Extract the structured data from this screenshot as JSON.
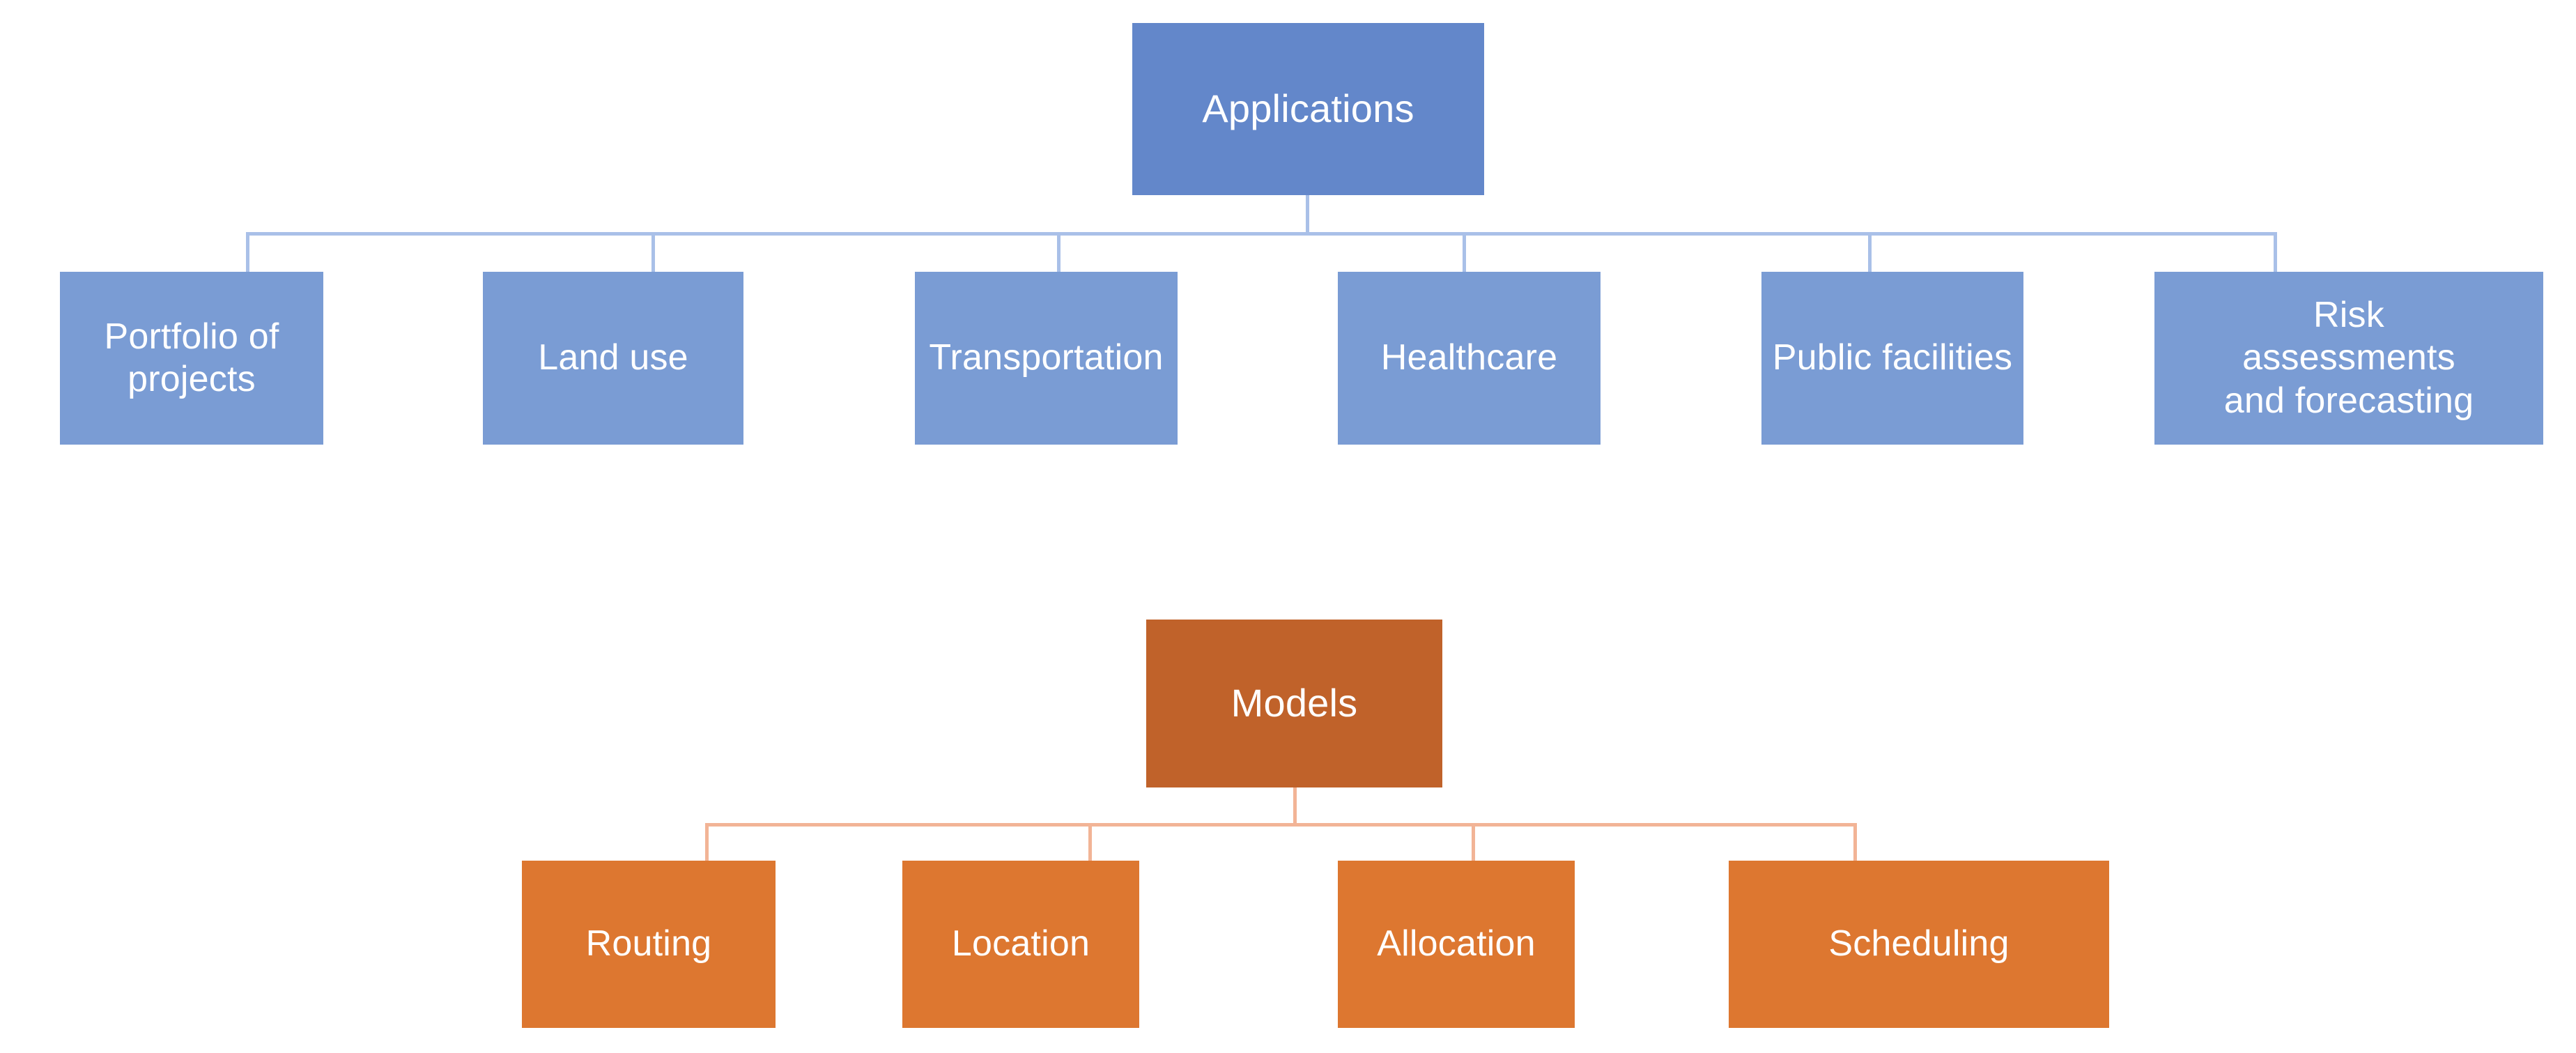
{
  "diagram": {
    "title_text_not_shown": "",
    "groups": [
      {
        "id": "applications",
        "root": {
          "label": "Applications"
        },
        "children": [
          {
            "label": "Portfolio of\nprojects"
          },
          {
            "label": "Land use"
          },
          {
            "label": "Transportation"
          },
          {
            "label": "Healthcare"
          },
          {
            "label": "Public facilities"
          },
          {
            "label": "Risk\nassessments\nand forecasting"
          }
        ],
        "colors": {
          "root_fill": "#6387ca",
          "child_fill": "#7a9cd4",
          "connector": "#a9c0e8",
          "text": "#ffffff"
        }
      },
      {
        "id": "models",
        "root": {
          "label": "Models"
        },
        "children": [
          {
            "label": "Routing"
          },
          {
            "label": "Location"
          },
          {
            "label": "Allocation"
          },
          {
            "label": "Scheduling"
          }
        ],
        "colors": {
          "root_fill": "#c0622a",
          "child_fill": "#dd7730",
          "connector": "#f2b496",
          "text": "#ffffff"
        }
      }
    ]
  }
}
